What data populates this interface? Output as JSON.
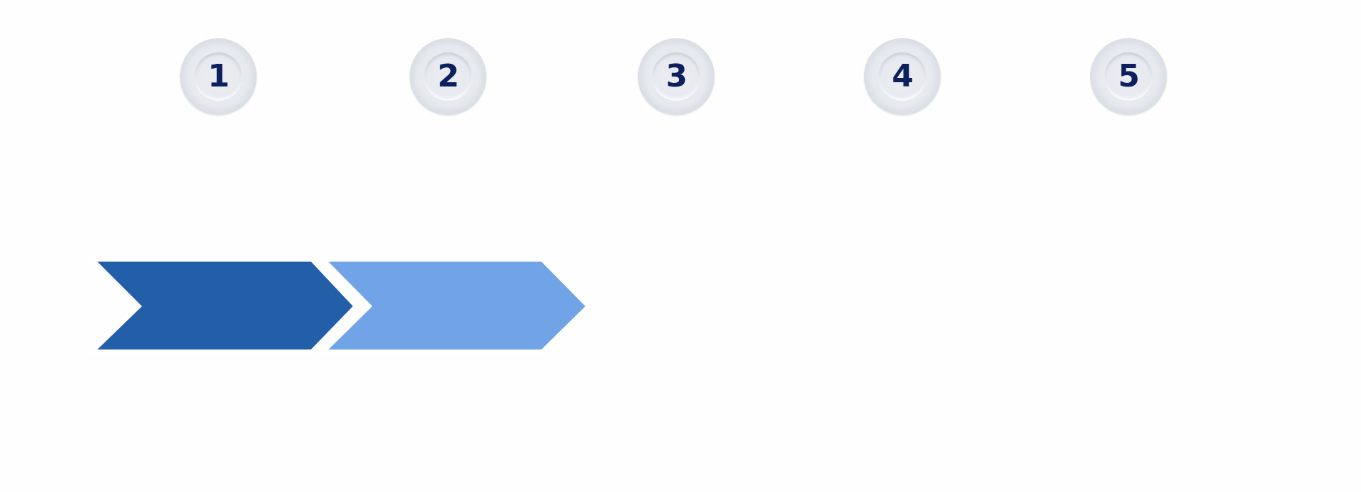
{
  "steps": [
    {
      "number": "1"
    },
    {
      "number": "2"
    },
    {
      "number": "3"
    },
    {
      "number": "4"
    },
    {
      "number": "5"
    }
  ],
  "process": {
    "total_steps": 5,
    "filled_segments": 2
  },
  "colors": {
    "segment_dark": "#235fa8",
    "segment_light": "#71a4e6",
    "segment_outline": "#ffffff",
    "badge_number": "#0d1f5c",
    "background": "#fefefe"
  }
}
